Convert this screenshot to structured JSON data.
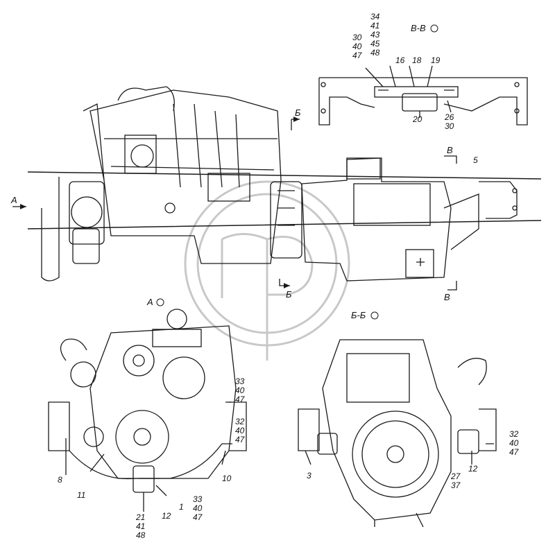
{
  "views": {
    "view_a": "А",
    "section_bb": "Б-Б",
    "section_vv": "В-В",
    "arrow_a": "А",
    "cut_b_top": "Б",
    "cut_b_bottom": "Б",
    "cut_v_top": "В",
    "cut_v_bottom": "В"
  },
  "callouts": {
    "c5": "5",
    "top_left_stack": "30\n40\n47",
    "top_mid_stack": "34\n41\n43\n45\n48",
    "c16": "16",
    "c18": "18",
    "c19": "19",
    "c20": "20",
    "c26_30": "26\n30",
    "c8": "8",
    "c11": "11",
    "c10": "10",
    "c12_left": "12",
    "c1": "1",
    "c21_stack": "21\n41\n48",
    "c33_bottom": "33\n40\n47",
    "c33_top": "33\n40\n47",
    "c32_left": "32\n40\n47",
    "c3": "3",
    "c27_37": "27\n37",
    "c12_right": "12",
    "c32_right": "32\n40\n47"
  },
  "colors": {
    "line": "#1a1a1a",
    "watermark": "#c8c8c8"
  }
}
